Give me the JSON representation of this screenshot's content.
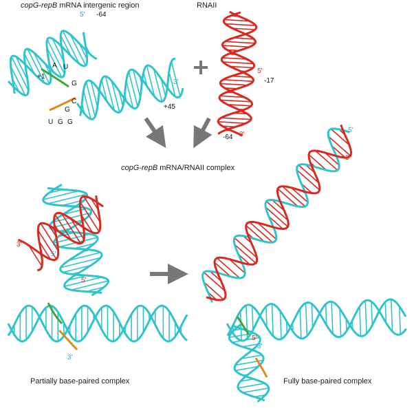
{
  "labels": {
    "mrna_region": {
      "gene": "copG-repB",
      "rest": "mRNA intergenic region"
    },
    "rnaii": "RNAII",
    "complex": {
      "gene": "copG-repB",
      "rest": "mRNA/RNAII complex"
    },
    "partial": "Partially base-paired complex",
    "full": "Fully base-paired complex",
    "plus": "+"
  },
  "ends": {
    "mrna_5": "5'",
    "mrna_3": "3'",
    "mrna_m64": "-64",
    "mrna_p1": "+1",
    "mrna_p45": "+45",
    "rnaii_5": "5'",
    "rnaii_3": "3'",
    "rnaii_m17": "-17",
    "rnaii_m64": "-64",
    "partial_red3": "3'",
    "partial_cyan5": "5'",
    "partial_red5": "5'",
    "partial_cyan3": "3'",
    "full_cyan5": "5'",
    "full_red3": "3'",
    "full_red5": "5'",
    "full_cyan3": "3'"
  },
  "bases": [
    "A",
    "U",
    "G",
    "C",
    "G",
    "U",
    "G",
    "G"
  ],
  "colors": {
    "mrna": "#2fc4cc",
    "rnaii": "#d9281e",
    "loop_green": "#3fa535",
    "loop_orange": "#e08a1e",
    "arrow": "#777777"
  }
}
